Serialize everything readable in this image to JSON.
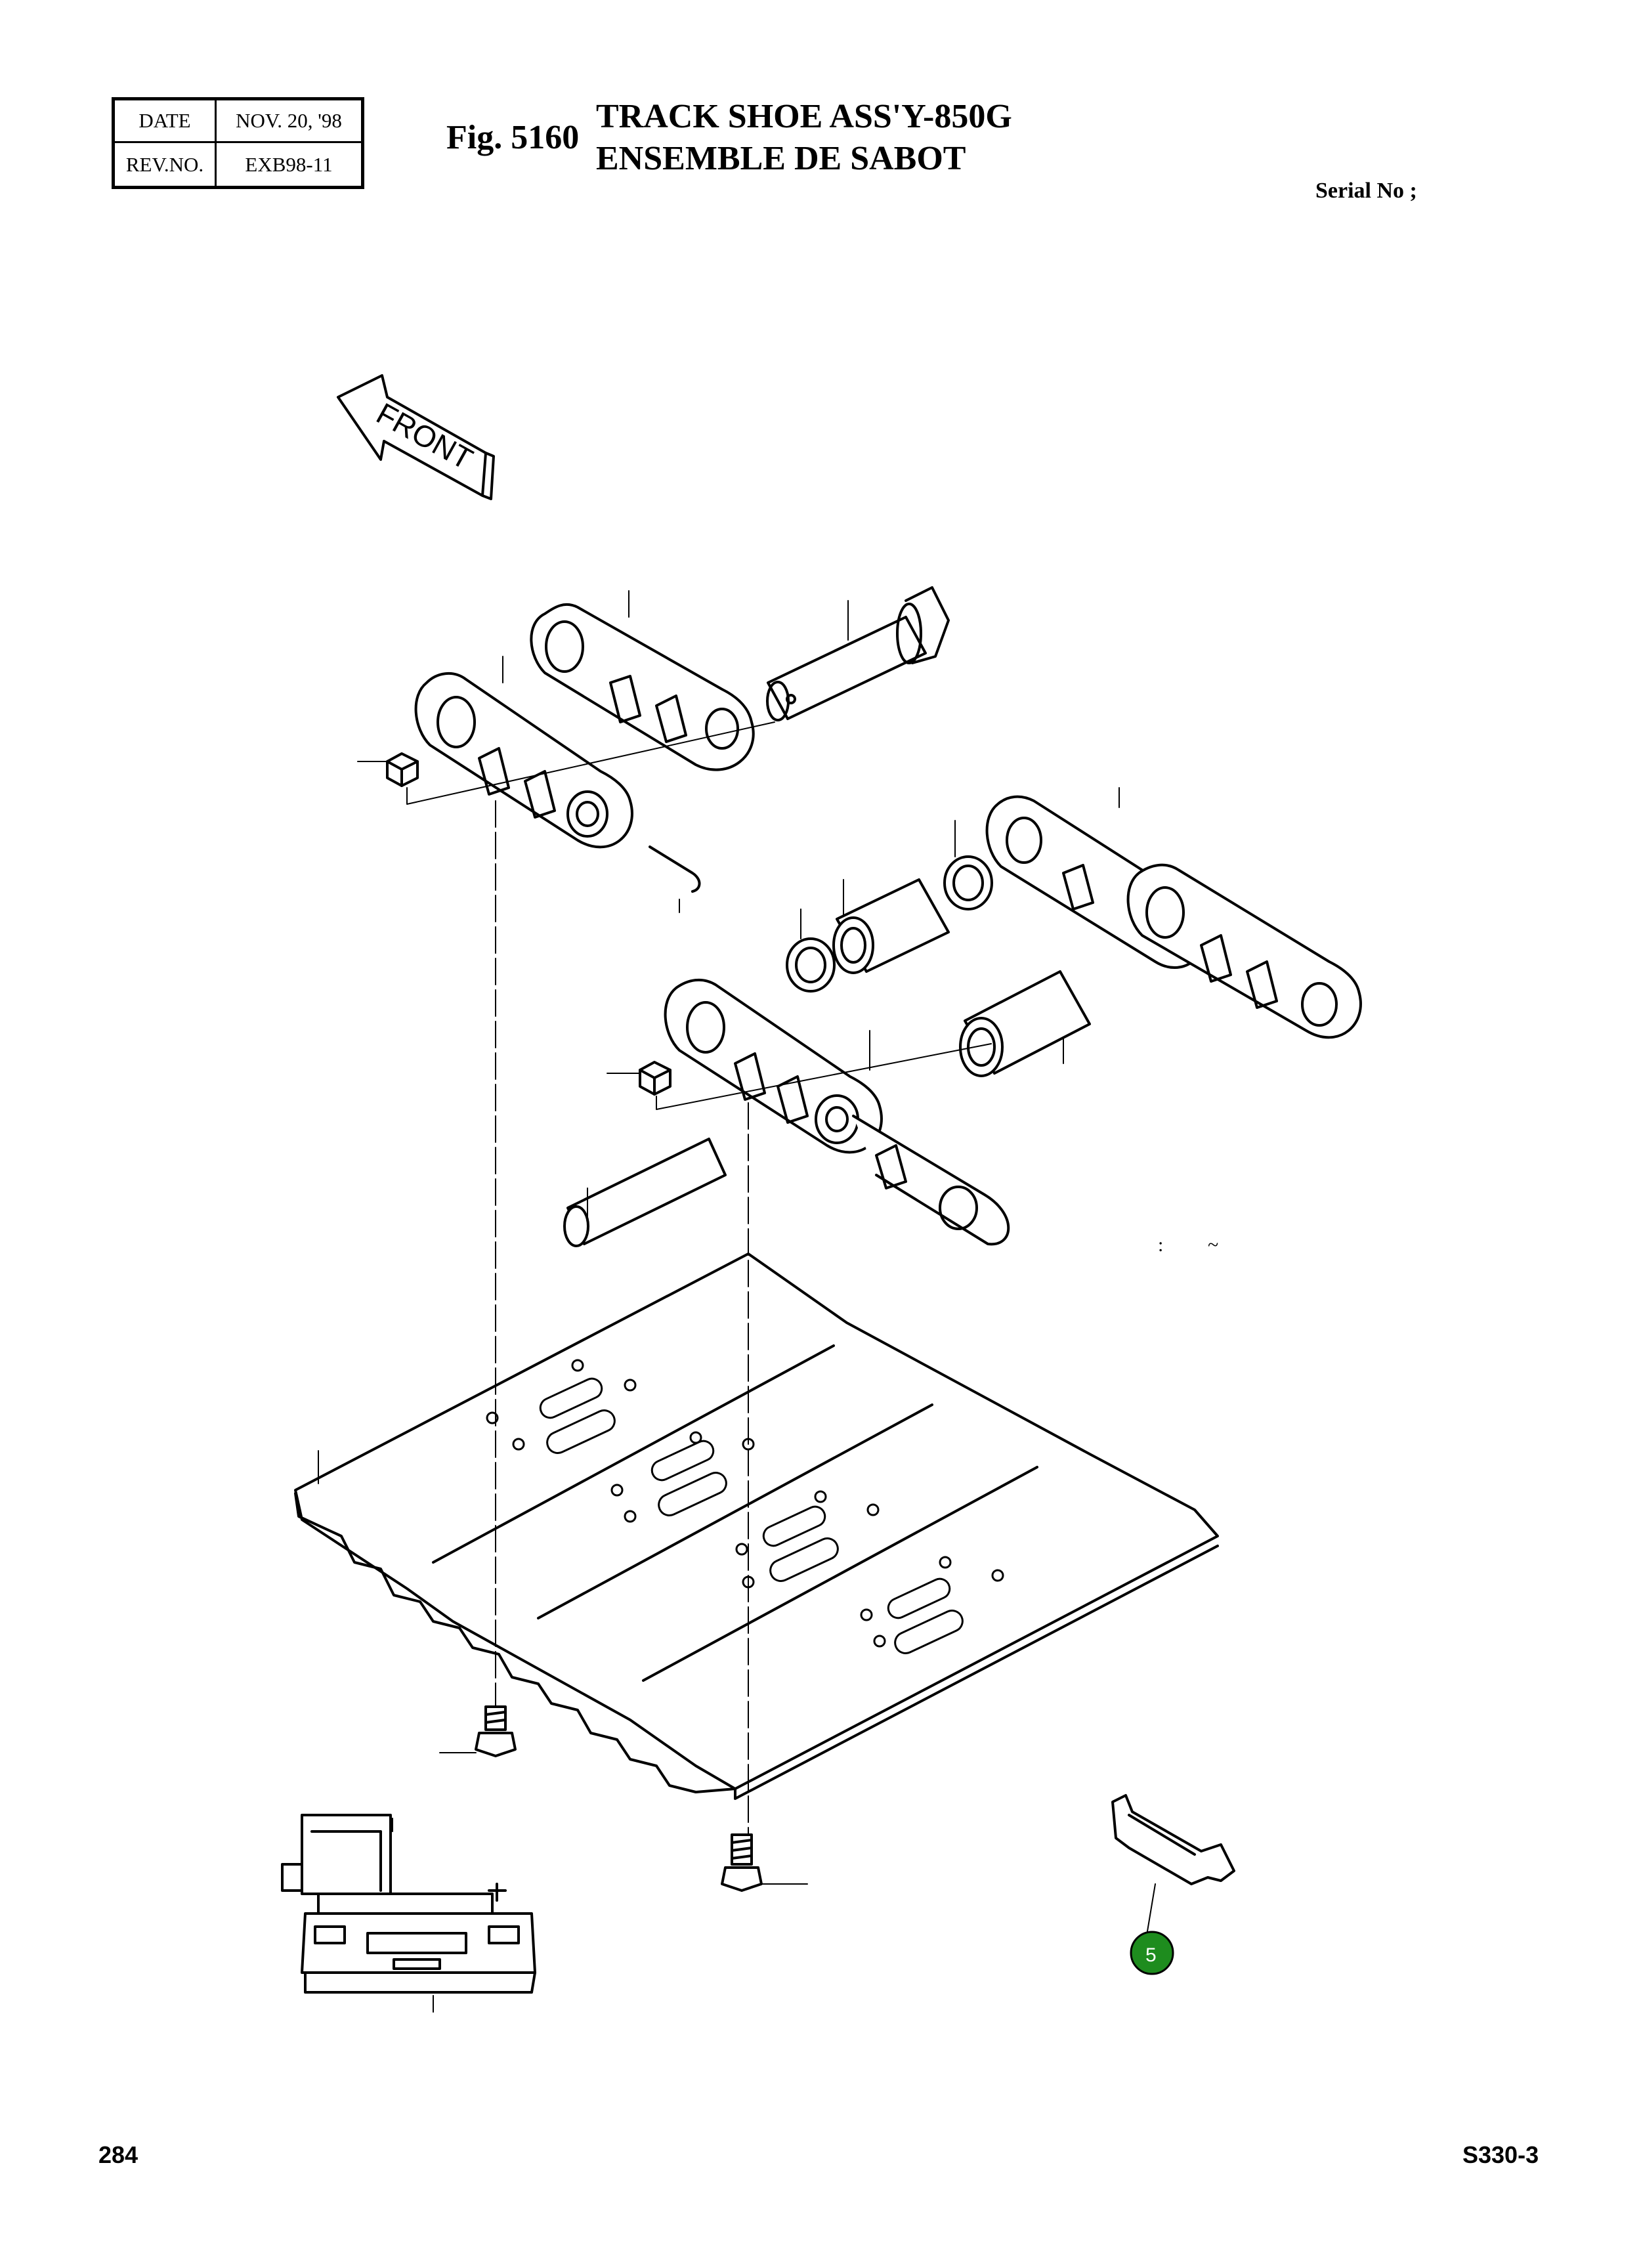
{
  "revision": {
    "date_label": "DATE",
    "date_value": "NOV. 20, '98",
    "rev_label": "REV.NO.",
    "rev_value": "EXB98-11"
  },
  "figure": {
    "number": "Fig. 5160",
    "title_en": "TRACK SHOE ASS'Y-850G",
    "title_fr": "ENSEMBLE DE SABOT"
  },
  "serial_label": "Serial No ;",
  "front_label": "FRONT",
  "misc": {
    "colon": ":",
    "tilde": "~"
  },
  "callouts": [
    {
      "label": "5",
      "color": "#1e8c1e"
    }
  ],
  "footer": {
    "page_number": "284",
    "model": "S330-3"
  }
}
